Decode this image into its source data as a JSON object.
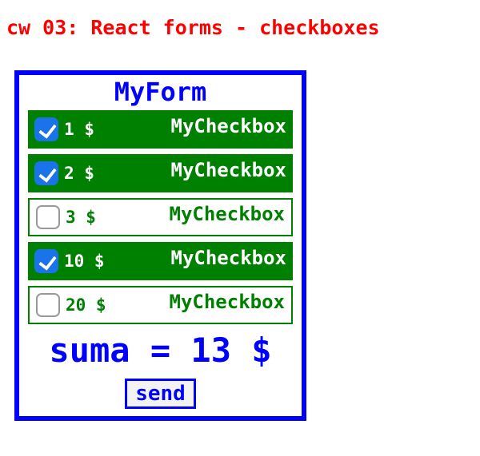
{
  "page_title": "cw 03: React forms - checkboxes",
  "form": {
    "title": "MyForm",
    "checkboxes": [
      {
        "label": "1 $",
        "value": 1,
        "checked": true,
        "component_name": "MyCheckbox"
      },
      {
        "label": "2 $",
        "value": 2,
        "checked": true,
        "component_name": "MyCheckbox"
      },
      {
        "label": "3 $",
        "value": 3,
        "checked": false,
        "component_name": "MyCheckbox"
      },
      {
        "label": "10 $",
        "value": 10,
        "checked": true,
        "component_name": "MyCheckbox"
      },
      {
        "label": "20 $",
        "value": 20,
        "checked": false,
        "component_name": "MyCheckbox"
      }
    ],
    "sum_text": "suma = 13 $",
    "sum_value": 13,
    "send_label": "send"
  },
  "colors": {
    "title_red": "#ff0000",
    "form_border_blue": "#0000ff",
    "row_green": "#008000",
    "checked_checkbox_blue": "#1a73e8",
    "unchecked_checkbox_border": "#999999",
    "checked_row_text": "#ffffff",
    "unchecked_row_text": "#008000",
    "send_button_bg": "#f3f3f3"
  }
}
